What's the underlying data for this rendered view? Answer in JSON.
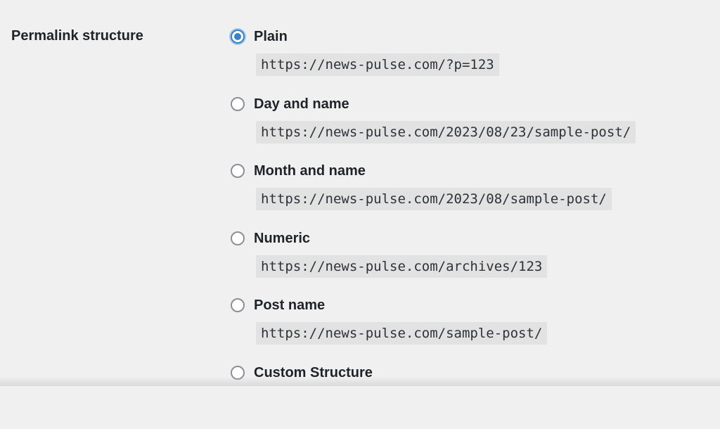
{
  "setting": {
    "label": "Permalink structure"
  },
  "options": [
    {
      "label": "Plain",
      "url": "https://news-pulse.com/?p=123",
      "selected": true
    },
    {
      "label": "Day and name",
      "url": "https://news-pulse.com/2023/08/23/sample-post/",
      "selected": false
    },
    {
      "label": "Month and name",
      "url": "https://news-pulse.com/2023/08/sample-post/",
      "selected": false
    },
    {
      "label": "Numeric",
      "url": "https://news-pulse.com/archives/123",
      "selected": false
    },
    {
      "label": "Post name",
      "url": "https://news-pulse.com/sample-post/",
      "selected": false
    },
    {
      "label": "Custom Structure",
      "selected": false
    }
  ],
  "colors": {
    "background": "#f0f0f1",
    "accent": "#3582c4",
    "code_background": "#e2e2e3",
    "text": "#1d2327"
  },
  "icons": {
    "selected_radio": "radio-checked-icon",
    "unselected_radio": "radio-unchecked-icon"
  }
}
